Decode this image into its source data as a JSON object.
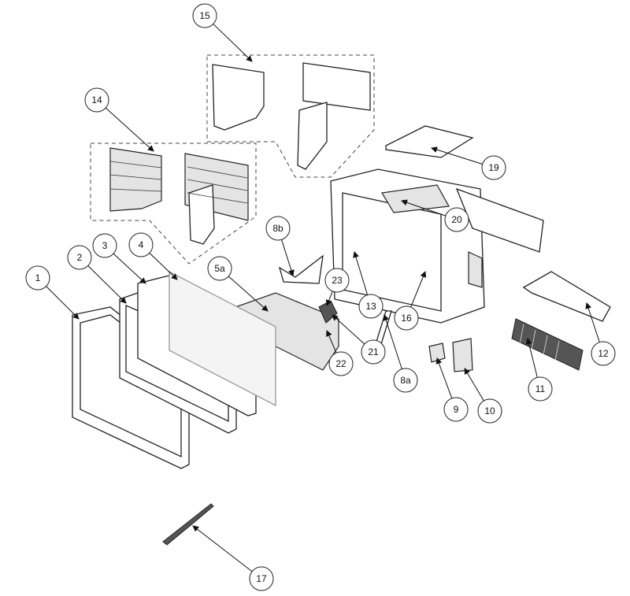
{
  "diagram": {
    "type": "exploded-parts-diagram",
    "callouts": [
      "1",
      "2",
      "3",
      "4",
      "5a",
      "8a",
      "8b",
      "9",
      "10",
      "11",
      "12",
      "13",
      "14",
      "15",
      "16",
      "17",
      "19",
      "20",
      "21",
      "22",
      "23"
    ]
  }
}
